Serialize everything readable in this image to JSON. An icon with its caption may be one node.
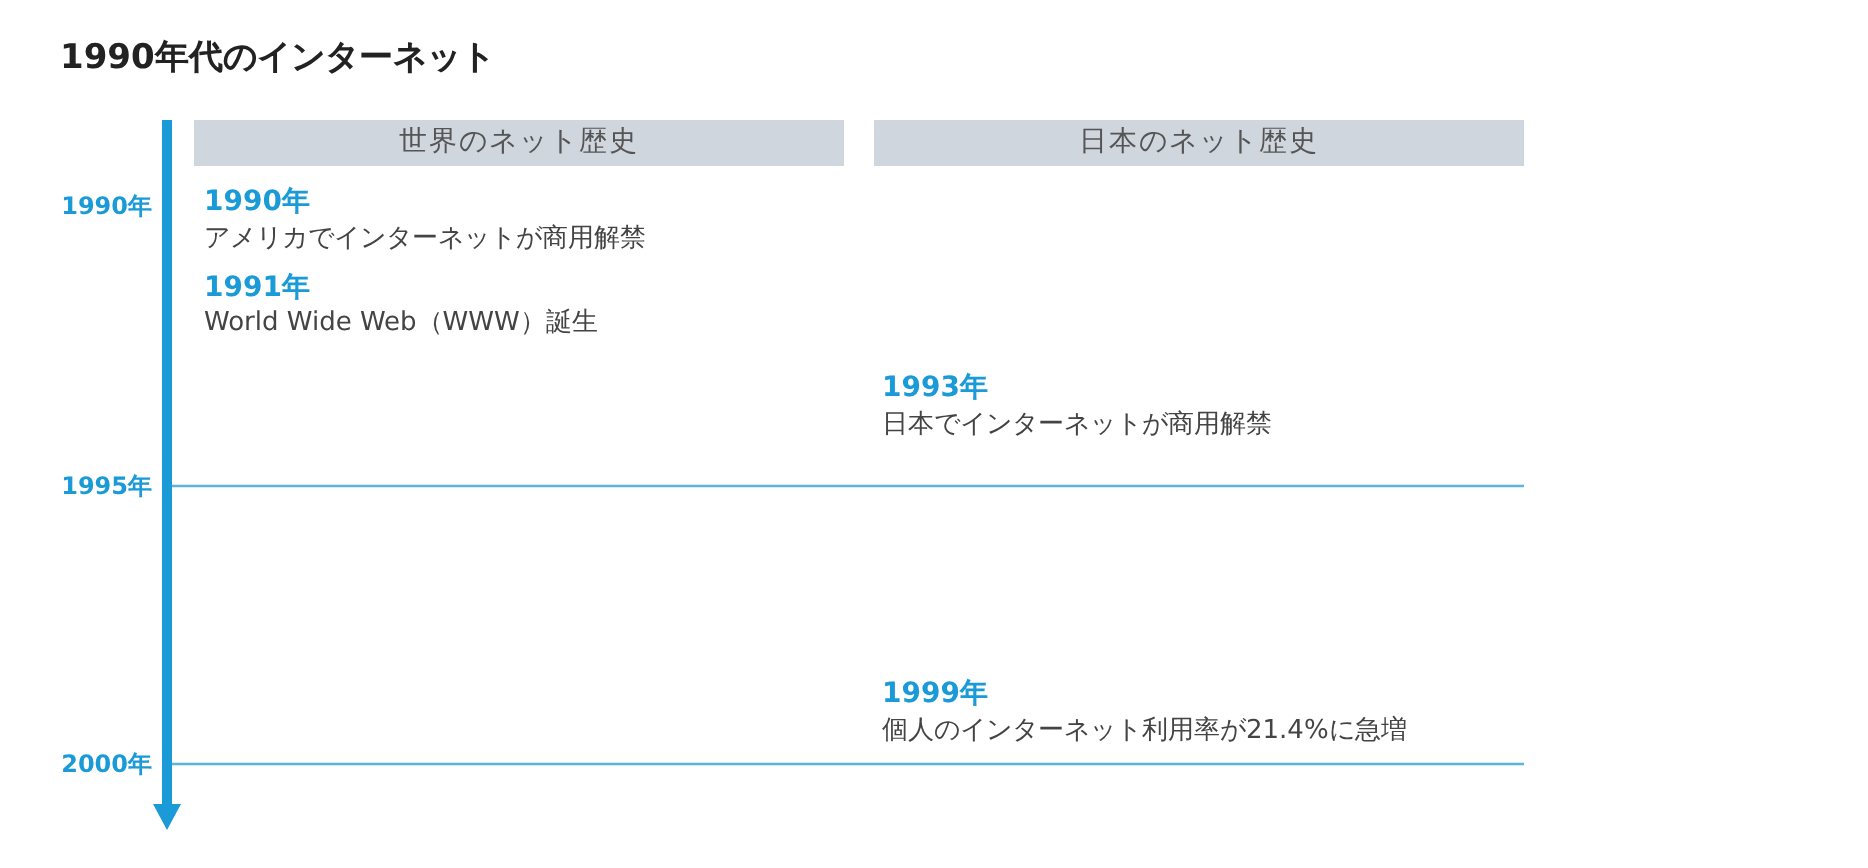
{
  "diagram": {
    "title": "1990年代のインターネット",
    "nodes": [
      {
        "text": [
          "世界のネット歴史"
        ]
      },
      {
        "text": [
          "日本のネット歴史"
        ]
      }
    ],
    "labels": [
      "1990年",
      "1990年",
      "アメリカでインターネットが商用解禁",
      "1991年",
      "World Wide Web（WWW）誕生",
      "1993年",
      "日本でインターネットが商用解禁",
      "1995年",
      "1999年",
      "個人のインターネット利用率が21.4%に急増",
      "2000年"
    ]
  }
}
